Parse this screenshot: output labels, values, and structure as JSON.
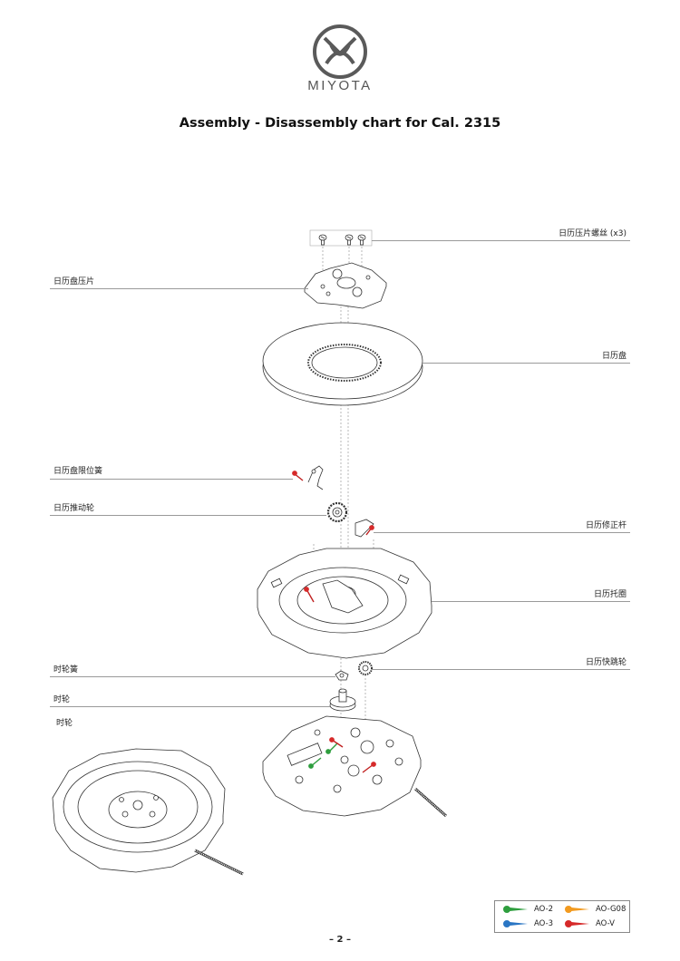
{
  "header": {
    "brand": "MIYOTA",
    "title": "Assembly - Disassembly chart for Cal. 2315"
  },
  "parts": {
    "calendar_plate_screws": "日历压片螺丝 (x3)",
    "calendar_plate": "日历盘压片",
    "date_dial": "日历盘",
    "date_jumper": "日历盘限位簧",
    "date_driving_wheel": "日历推动轮",
    "date_corrector": "日历修正杆",
    "dial_holder": "日历托圈",
    "date_quick_wheel": "日历快跳轮",
    "hour_wheel_spring": "时轮簧",
    "hour_wheel": "时轮",
    "hour_wheel_2": "时轮"
  },
  "legend": [
    {
      "label": "AO-2",
      "color": "#2e9e3e"
    },
    {
      "label": "AO-G08",
      "color": "#f29a1f"
    },
    {
      "label": "AO-3",
      "color": "#2a76c4"
    },
    {
      "label": "AO-V",
      "color": "#d62a2a"
    }
  ],
  "footer": {
    "page": "– 2 –"
  }
}
